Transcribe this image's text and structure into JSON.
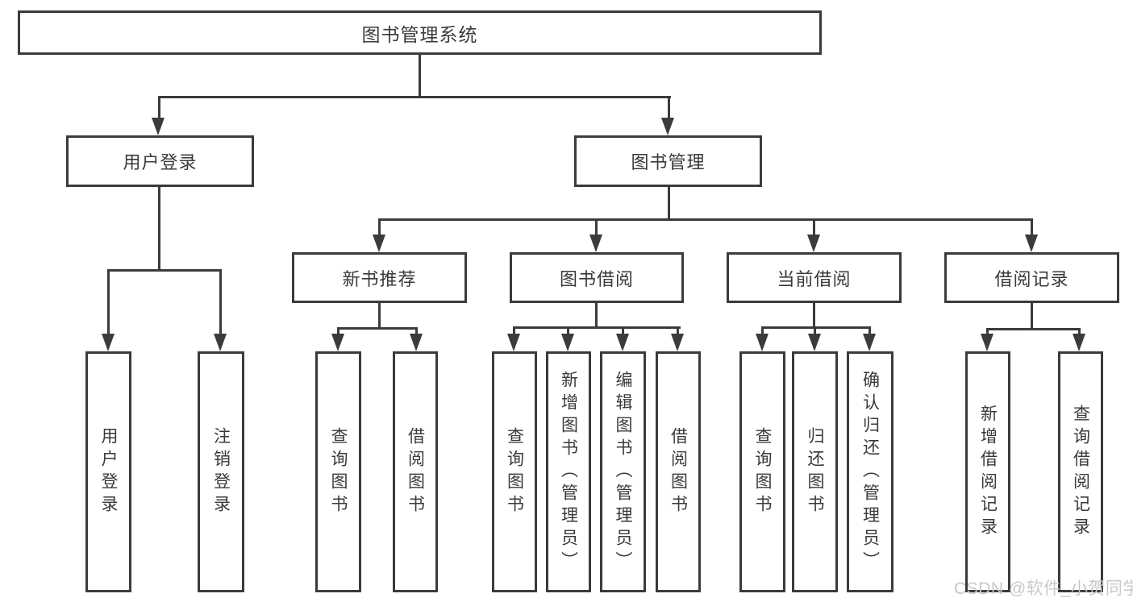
{
  "diagram": {
    "title": "图书管理系统",
    "watermark": "CSDN @软件_小贺同学",
    "colors": {
      "line": "#3b3b3d",
      "text": "#3a3a3c",
      "background": "#ffffff",
      "watermark": "#c8c8c8"
    },
    "tree": {
      "root": {
        "label": "图书管理系统"
      },
      "branches": [
        {
          "label": "用户登录",
          "children": [
            {
              "label": "用户登录"
            },
            {
              "label": "注销登录"
            }
          ]
        },
        {
          "label": "图书管理",
          "children": [
            {
              "label": "新书推荐",
              "children": [
                {
                  "label": "查询图书"
                },
                {
                  "label": "借阅图书"
                }
              ]
            },
            {
              "label": "图书借阅",
              "children": [
                {
                  "label": "查询图书"
                },
                {
                  "label": "新增图书（管理员）"
                },
                {
                  "label": "编辑图书（管理员）"
                },
                {
                  "label": "借阅图书"
                }
              ]
            },
            {
              "label": "当前借阅",
              "children": [
                {
                  "label": "查询图书"
                },
                {
                  "label": "归还图书"
                },
                {
                  "label": "确认归还（管理员）"
                }
              ]
            },
            {
              "label": "借阅记录",
              "children": [
                {
                  "label": "新增借阅记录"
                },
                {
                  "label": "查询借阅记录"
                }
              ]
            }
          ]
        }
      ]
    }
  }
}
